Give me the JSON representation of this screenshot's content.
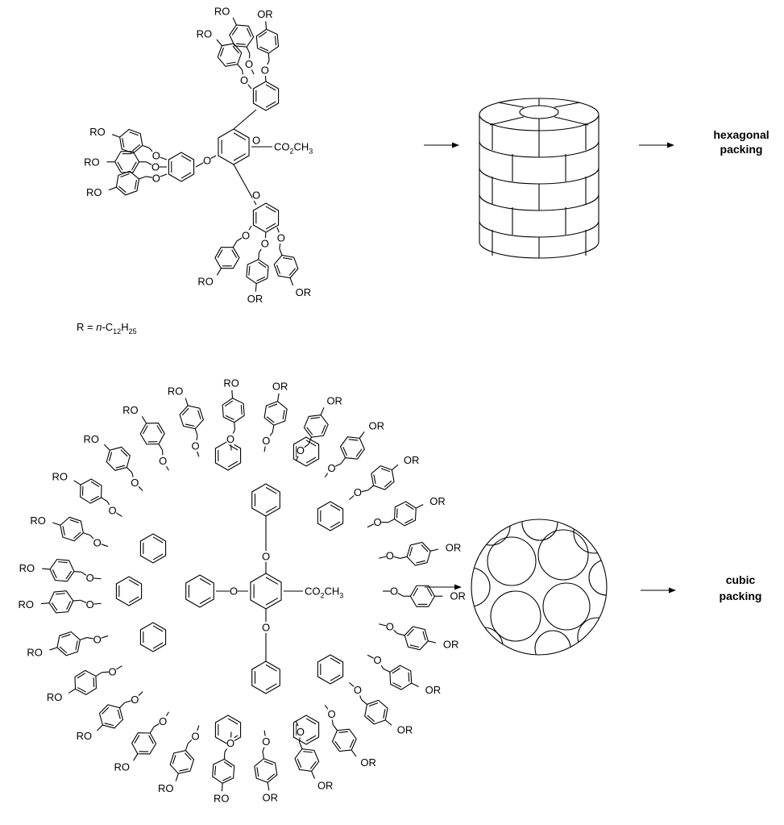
{
  "top_scheme": {
    "ester_label": "CO2CH3",
    "ro_label": "RO",
    "or_label": "OR",
    "o_label": "O",
    "r_definition": "R = n-C12H25",
    "product_label_line1": "hexagonal",
    "product_label_line2": "packing"
  },
  "bottom_scheme": {
    "ester_label": "CO2CH3",
    "ro_label": "RO",
    "or_label": "OR",
    "o_label": "O",
    "product_label_line1": "cubic",
    "product_label_line2": "packing"
  }
}
